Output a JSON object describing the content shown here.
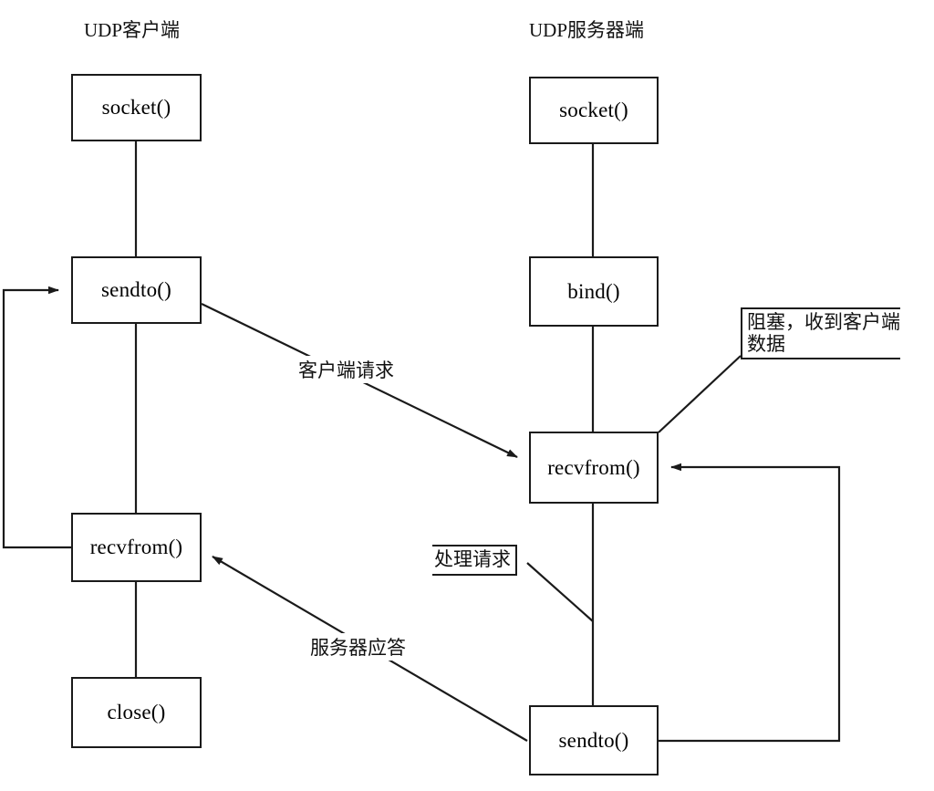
{
  "diagram": {
    "title_client": "UDP客户端",
    "title_server": "UDP服务器端",
    "columns": [
      {
        "id": "client",
        "title": "UDP客户端"
      },
      {
        "id": "server",
        "title": "UDP服务器端"
      }
    ],
    "nodes": [
      {
        "id": "client-socket",
        "label": "socket()",
        "column": "client"
      },
      {
        "id": "client-sendto",
        "label": "sendto()",
        "column": "client"
      },
      {
        "id": "client-recvfrom",
        "label": "recvfrom()",
        "column": "client"
      },
      {
        "id": "client-close",
        "label": "close()",
        "column": "client"
      },
      {
        "id": "server-socket",
        "label": "socket()",
        "column": "server"
      },
      {
        "id": "server-bind",
        "label": "bind()",
        "column": "server"
      },
      {
        "id": "server-recvfrom",
        "label": "recvfrom()",
        "column": "server"
      },
      {
        "id": "server-sendto",
        "label": "sendto()",
        "column": "server"
      }
    ],
    "edge_labels": [
      {
        "id": "client-request",
        "label": "客户端请求"
      },
      {
        "id": "server-response",
        "label": "服务器应答"
      }
    ],
    "callouts": [
      {
        "id": "blocking-note",
        "line1": "阻塞，收到客户端",
        "line2": "数据"
      },
      {
        "id": "handle-request-note",
        "line1": "处理请求"
      }
    ],
    "colors": {
      "stroke": "#1a1a1a",
      "background": "#ffffff",
      "text": "#111111"
    }
  }
}
